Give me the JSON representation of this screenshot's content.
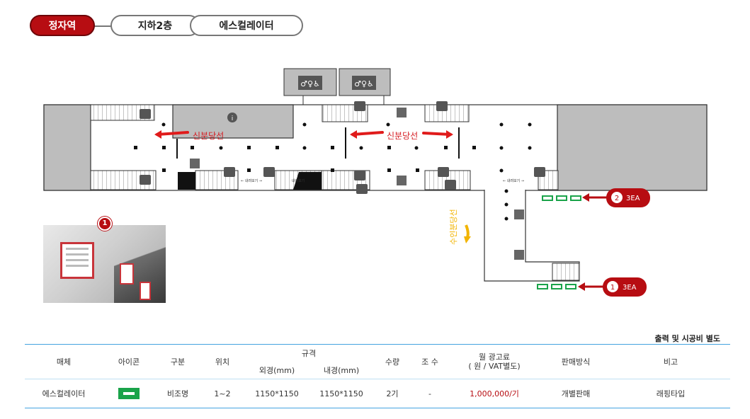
{
  "breadcrumb": [
    "정자역",
    "지하2층",
    "에스컬레이터"
  ],
  "map": {
    "route_labels": [
      "신분당선",
      "신분당선",
      "수인분당선"
    ],
    "markers": [
      {
        "num": "2",
        "qty": "3EA"
      },
      {
        "num": "1",
        "qty": "3EA"
      }
    ],
    "walk_labels": [
      "← 내려보기 →",
      "← 내려보기 →",
      "내려보기"
    ]
  },
  "photo": {
    "pin": "1"
  },
  "note": "출력 및 시공비 별도",
  "table": {
    "headers": {
      "media": "매체",
      "icon": "아이콘",
      "type": "구분",
      "location": "위치",
      "spec": "규격",
      "outer": "외경(mm)",
      "inner": "내경(mm)",
      "qty": "수량",
      "faces": "조 수",
      "price": "월 광고료\n( 원 / VAT별도)",
      "sale": "판매방식",
      "remark": "비고"
    },
    "row": {
      "media": "에스컬레이터",
      "type": "비조명",
      "location": "1~2",
      "outer": "1150*1150",
      "inner": "1150*1150",
      "qty": "2기",
      "faces": "-",
      "price": "1,000,000/기",
      "sale": "개별판매",
      "remark": "래핑타입"
    }
  },
  "colors": {
    "accent": "#b70d12",
    "table_line": "#44a3e0",
    "ad_green": "#1aa34a",
    "route_red": "#e01b1b",
    "route_yellow": "#f2b400"
  }
}
